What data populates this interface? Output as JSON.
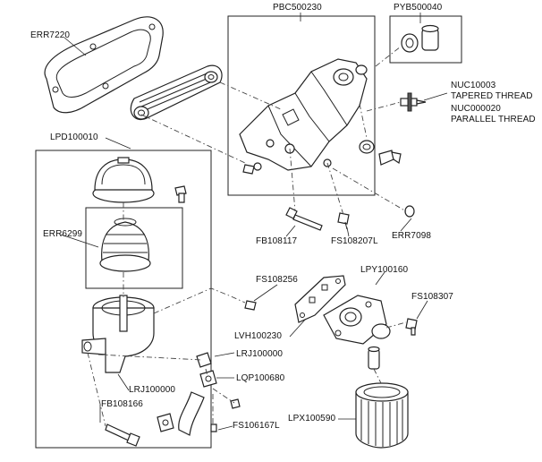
{
  "labels": {
    "pbc500230": "PBC500230",
    "pyb500040": "PYB500040",
    "err7220": "ERR7220",
    "nuc10003": "NUC10003",
    "tapered_thread": "TAPERED THREAD",
    "nuc000020": "NUC000020",
    "parallel_thread": "PARALLEL THREAD",
    "lpd100010": "LPD100010",
    "err6299": "ERR6299",
    "fb108117": "FB108117",
    "fs108207l": "FS108207L",
    "err7098": "ERR7098",
    "lpy100160": "LPY100160",
    "fs108256": "FS108256",
    "fs108307": "FS108307",
    "lvh100230": "LVH100230",
    "lrj100000_a": "LRJ100000",
    "lqp100680": "LQP100680",
    "lrj100000_b": "LRJ100000",
    "fb108166": "FB108166",
    "fs106167l": "FS106167L",
    "lpx100590": "LPX100590"
  },
  "icons": {
    "gasket": "gasket-icon",
    "oil_cooler": "oil-cooler-icon",
    "housing": "oil-filter-housing-icon",
    "bolt": "bolt-icon",
    "filter": "oil-filter-icon"
  },
  "colors": {
    "line": "#222222",
    "background": "#ffffff"
  }
}
